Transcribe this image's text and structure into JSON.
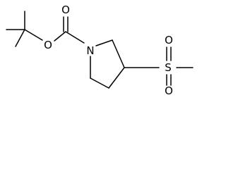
{
  "atoms": {
    "carbonyl_oxygen": "O",
    "ester_oxygen": "O",
    "ring_nitrogen": "N",
    "sulfur": "S",
    "sulfonyl_oxygen_top": "O",
    "sulfonyl_oxygen_bottom": "O"
  },
  "colors": {
    "bond": "#000000",
    "label": "#000000",
    "background": "#ffffff"
  }
}
